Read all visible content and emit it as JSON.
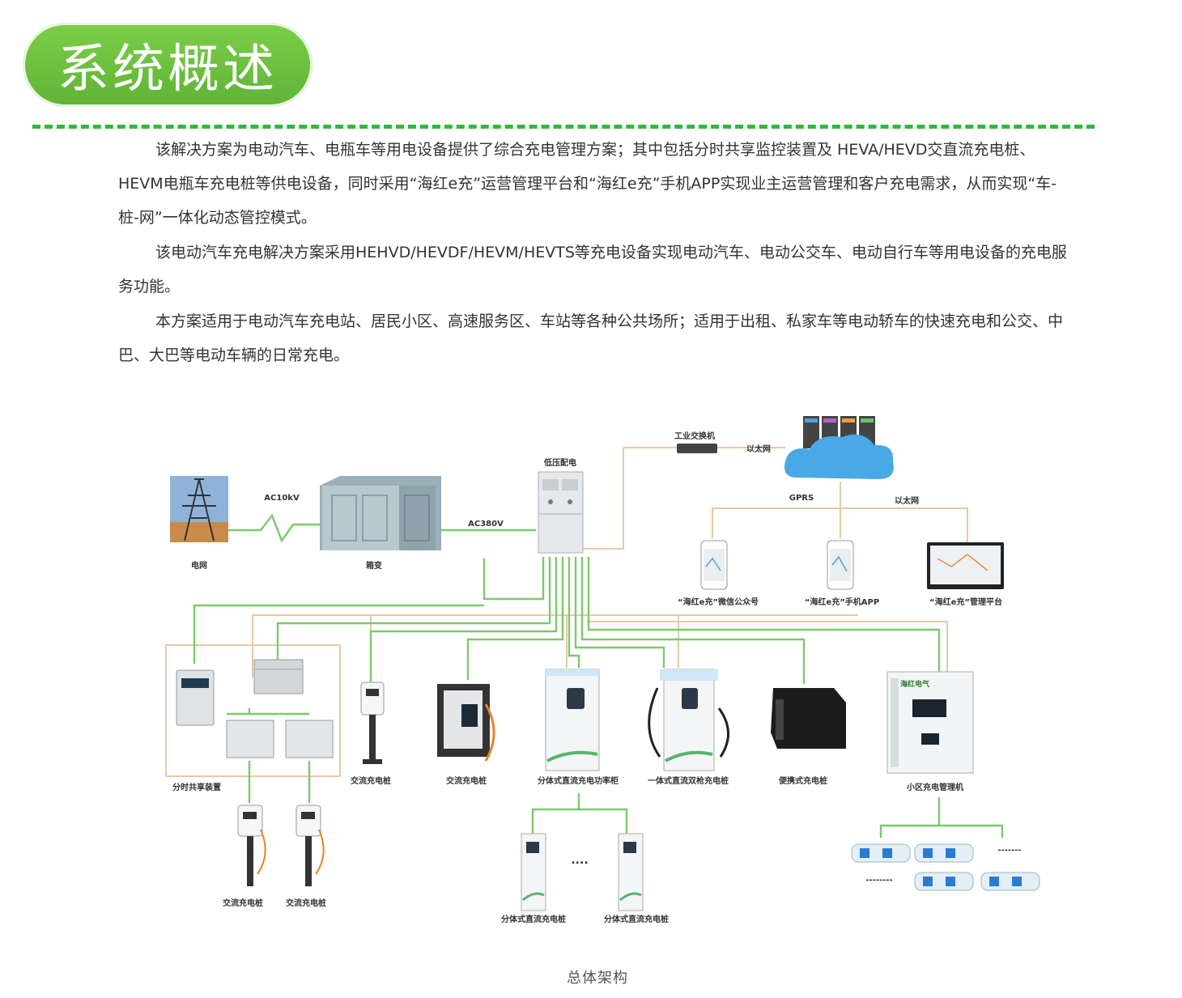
{
  "header": {
    "title": "系统概述"
  },
  "paragraphs": [
    "该解决方案为电动汽车、电瓶车等用电设备提供了综合充电管理方案；其中包括分时共享监控装置及 HEVA/HEVD交直流充电桩、HEVM电瓶车充电桩等供电设备，同时采用“海红e充”运营管理平台和“海红e充”手机APP实现业主运营管理和客户充电需求，从而实现“车-桩-网”一体化动态管控模式。",
    "该电动汽车充电解决方案采用HEHVD/HEVDF/HEVM/HEVTS等充电设备实现电动汽车、电动公交车、电动自行车等用电设备的充电服务功能。",
    "本方案适用于电动汽车充电站、居民小区、高速服务区、车站等各种公共场所；适用于出租、私家车等电动轿车的快速充电和公交、中巴、大巴等电动车辆的日常充电。"
  ],
  "diagram": {
    "labels": {
      "grid": "电网",
      "transformer": "箱变",
      "low_voltage": "低压配电",
      "ac10kv": "AC10kV",
      "ac380v": "AC380V",
      "switch": "工业交换机",
      "ethernet1": "以太网",
      "gprs": "GPRS",
      "ethernet2": "以太网",
      "wechat": "“海红e充”微信公众号",
      "app": "“海红e充”手机APP",
      "platform": "“海红e充”管理平台",
      "share_device": "分时共享装置",
      "ac_pile_1": "交流充电桩",
      "ac_pile_2": "交流充电桩",
      "split_cabinet": "分体式直流充电功率柜",
      "integrated_dc": "一体式直流双枪充电桩",
      "portable": "便携式充电桩",
      "community": "小区充电管理机",
      "ac_pile_3": "交流充电桩",
      "ac_pile_4": "交流充电桩",
      "split_pile_1": "分体式直流充电桩",
      "split_pile_2": "分体式直流充电桩",
      "ellipsis": "....",
      "dash_a": "-------",
      "dash_b": "--------",
      "device_brand": "海红电气"
    },
    "caption": "总体架构"
  },
  "colors": {
    "accent_green": "#5fb336",
    "dash_green": "#2dbb3c",
    "line_green": "#7cc96b",
    "line_tan": "#e8c9a3"
  }
}
